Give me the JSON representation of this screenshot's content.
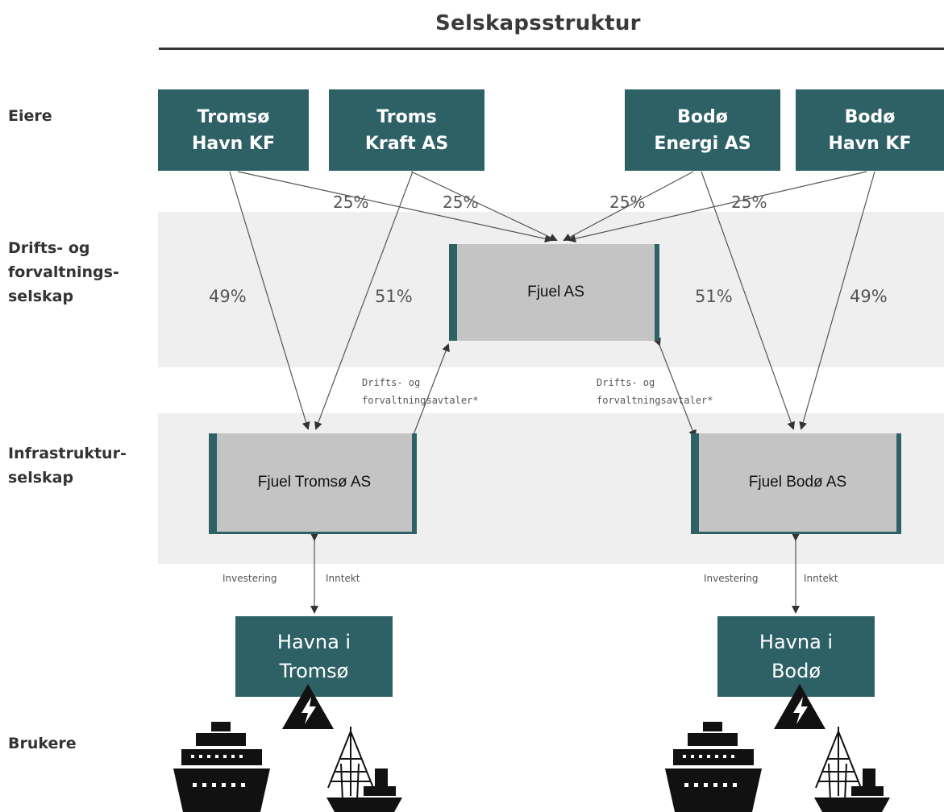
{
  "title": "Selskapsstruktur",
  "row_labels": {
    "eiere": "Eiere",
    "drift_1": "Drifts- og",
    "drift_2": "forvaltnings-",
    "drift_3": "selskap",
    "infra_1": "Infrastruktur-",
    "infra_2": "selskap",
    "brukere": "Brukere"
  },
  "owners": [
    {
      "line1": "Tromsø",
      "line2": "Havn KF"
    },
    {
      "line1": "Troms",
      "line2": "Kraft AS"
    },
    {
      "line1": "Bodø",
      "line2": "Energi AS"
    },
    {
      "line1": "Bodø",
      "line2": "Havn KF"
    }
  ],
  "fjuel": "Fjuel AS",
  "fjuel_tromso": "Fjuel Tromsø AS",
  "fjuel_bodo": "Fjuel Bodø AS",
  "percent": {
    "a": "25%",
    "b": "25%",
    "c": "25%",
    "d": "25%",
    "tromso_left": "49%",
    "tromso_right": "51%",
    "bodo_left": "51%",
    "bodo_right": "49%"
  },
  "agreement": {
    "line1": "Drifts- og",
    "line2": "forvaltningsavtaler*"
  },
  "flow": {
    "investment": "Investering",
    "income": "Inntekt"
  },
  "harbours": [
    {
      "line1": "Havna i",
      "line2": "Tromsø"
    },
    {
      "line1": "Havna i",
      "line2": "Bodø"
    }
  ],
  "colors": {
    "teal": "#2e6166",
    "grey_box": "#c4c4c4",
    "band": "#efefef"
  },
  "icons": [
    "ship-icon",
    "lightning-warning-icon",
    "fishing-boat-icon"
  ]
}
